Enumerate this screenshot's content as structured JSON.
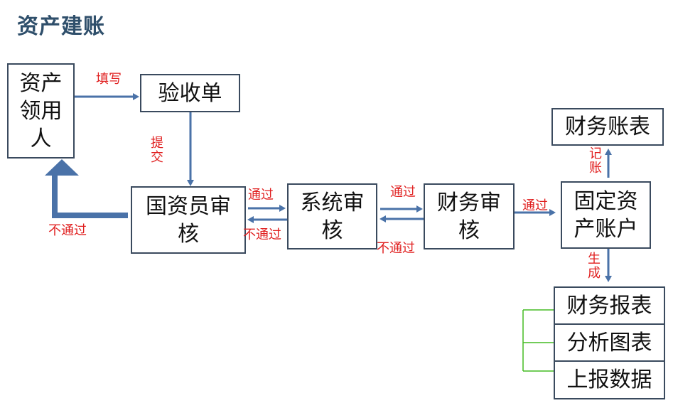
{
  "title": "资产建账",
  "nodes": {
    "applicant": "资产领用人",
    "receipt": "验收单",
    "auditor": "国资员审核",
    "system": "系统审核",
    "finance": "财务审核",
    "account": "固定资产账户",
    "ledger": "财务账表",
    "report": "财务报表",
    "analysis": "分析图表",
    "submit": "上报数据"
  },
  "edges": {
    "fill": "填写",
    "submit_label": "提交",
    "reject1": "不通过",
    "pass1": "通过",
    "reject2": "不通过",
    "pass2": "通过",
    "reject3": "不通过",
    "pass3": "通过",
    "record": "记账",
    "generate": "生成"
  },
  "colors": {
    "arrow": "#4a72a8",
    "label": "#e02020",
    "bracket": "#44bb22",
    "title": "#2f4f6b"
  }
}
